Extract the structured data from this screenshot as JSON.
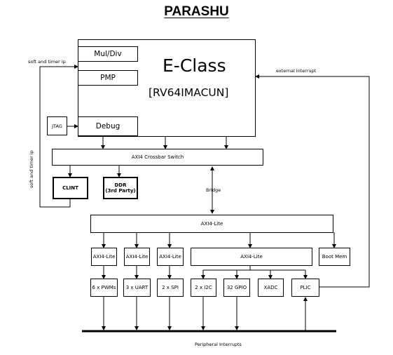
{
  "title": "PARASHU",
  "eclass": {
    "name": "E-Class",
    "isa": "[RV64IMACUN]"
  },
  "core_units": {
    "muldiv": "Mul/Div",
    "pmp": "PMP",
    "debug": "Debug"
  },
  "jtag": "JTAG",
  "crossbar": "AXI4 Crossbar Switch",
  "clint": "CLINT",
  "ddr": {
    "line1": "DDR",
    "line2": "(3rd Party)"
  },
  "bridge": "Bridge",
  "axi4lite_bus": "AXI4-Lite",
  "axi4lite_boxes": [
    "AXI4-Lite",
    "AXI4-Lite",
    "AXI4-Lite",
    "AXI4-Lite"
  ],
  "boot_mem": "Boot Mem",
  "peripherals": [
    "6 x PWMs",
    "3 x UART",
    "2 x SPI",
    "2 x I2C",
    "32 GPIO",
    "XADC",
    "PLIC"
  ],
  "labels": {
    "soft_timer_top": "soft and timer ip",
    "soft_timer_side": "soft and timer ip",
    "external_interrupt": "external interrupt",
    "peripheral_interrupts": "Peripheral Interrupts"
  }
}
